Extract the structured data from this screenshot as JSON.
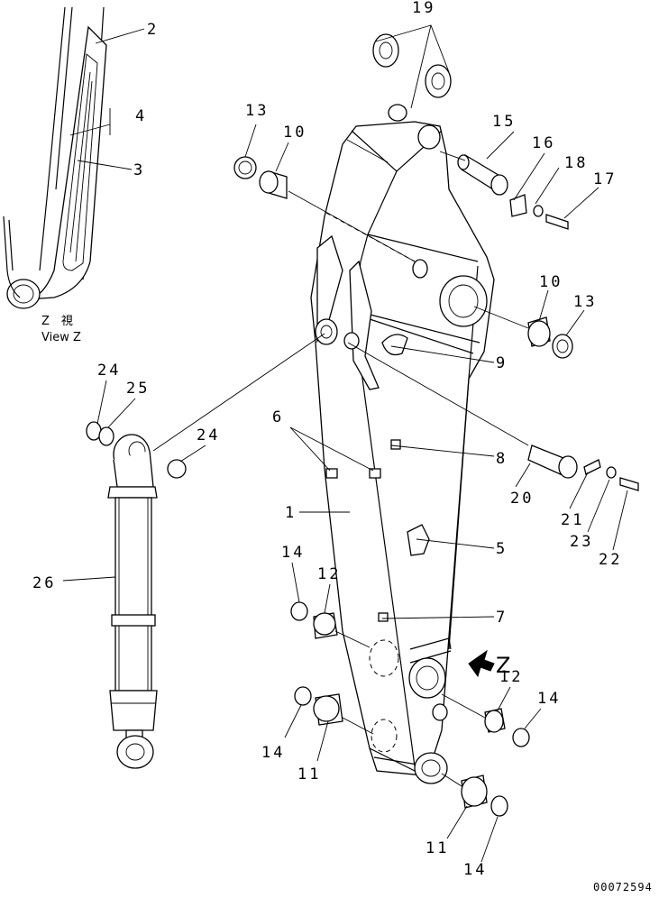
{
  "callouts": [
    "1",
    "2",
    "3",
    "4",
    "5",
    "6",
    "7",
    "8",
    "9",
    "10",
    "10",
    "11",
    "11",
    "12",
    "12",
    "13",
    "13",
    "14",
    "14",
    "14",
    "14",
    "15",
    "16",
    "17",
    "18",
    "19",
    "20",
    "21",
    "22",
    "23",
    "24",
    "24",
    "25",
    "26"
  ],
  "view": {
    "label_jp": "Z　視",
    "label_en": "View Z",
    "arrow_letter": "Z"
  },
  "drawing_number": "00072594"
}
